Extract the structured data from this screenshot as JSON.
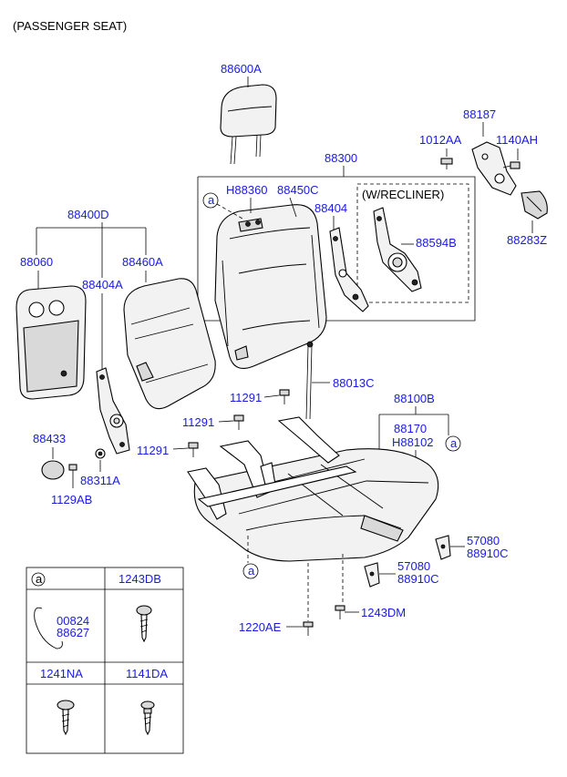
{
  "header": {
    "title": "(PASSENGER SEAT)"
  },
  "labels": {
    "headrest": "88600A",
    "back_assy": "88300",
    "recliner_bracket": "88187",
    "bolt_1012": "1012AA",
    "bolt_1140": "1140AH",
    "handle": "88283Z",
    "cover_back": "H88360",
    "pad_back": "88450C",
    "with_recliner": "(W/RECLINER)",
    "recliner_arm": "88404",
    "recliner_plate": "88594B",
    "back_sub_assy": "88400D",
    "back_board": "88060",
    "back_frame": "88460A",
    "back_bracket": "88404A",
    "knob": "88433",
    "clip": "1129AB",
    "screw_88311": "88311A",
    "wire": "88013C",
    "screw_11291_a": "11291",
    "screw_11291_b": "11291",
    "screw_11291_c": "11291",
    "cushion_assy": "88100B",
    "cushion_pad": "88170",
    "cushion_cover": "H88102",
    "hook_a_1": "57080",
    "hook_a_2": "88910C",
    "hook_b_1": "57080",
    "hook_b_2": "88910C",
    "bolt_1243dm": "1243DM",
    "bolt_1220ae": "1220AE",
    "ref_a": "a"
  },
  "legend": {
    "cells": [
      {
        "header": "a",
        "parts": [
          "00824",
          "88627"
        ]
      },
      {
        "header": "1243DB",
        "parts": []
      },
      {
        "header": "1241NA",
        "parts": []
      },
      {
        "header": "1141DA",
        "parts": []
      }
    ]
  }
}
